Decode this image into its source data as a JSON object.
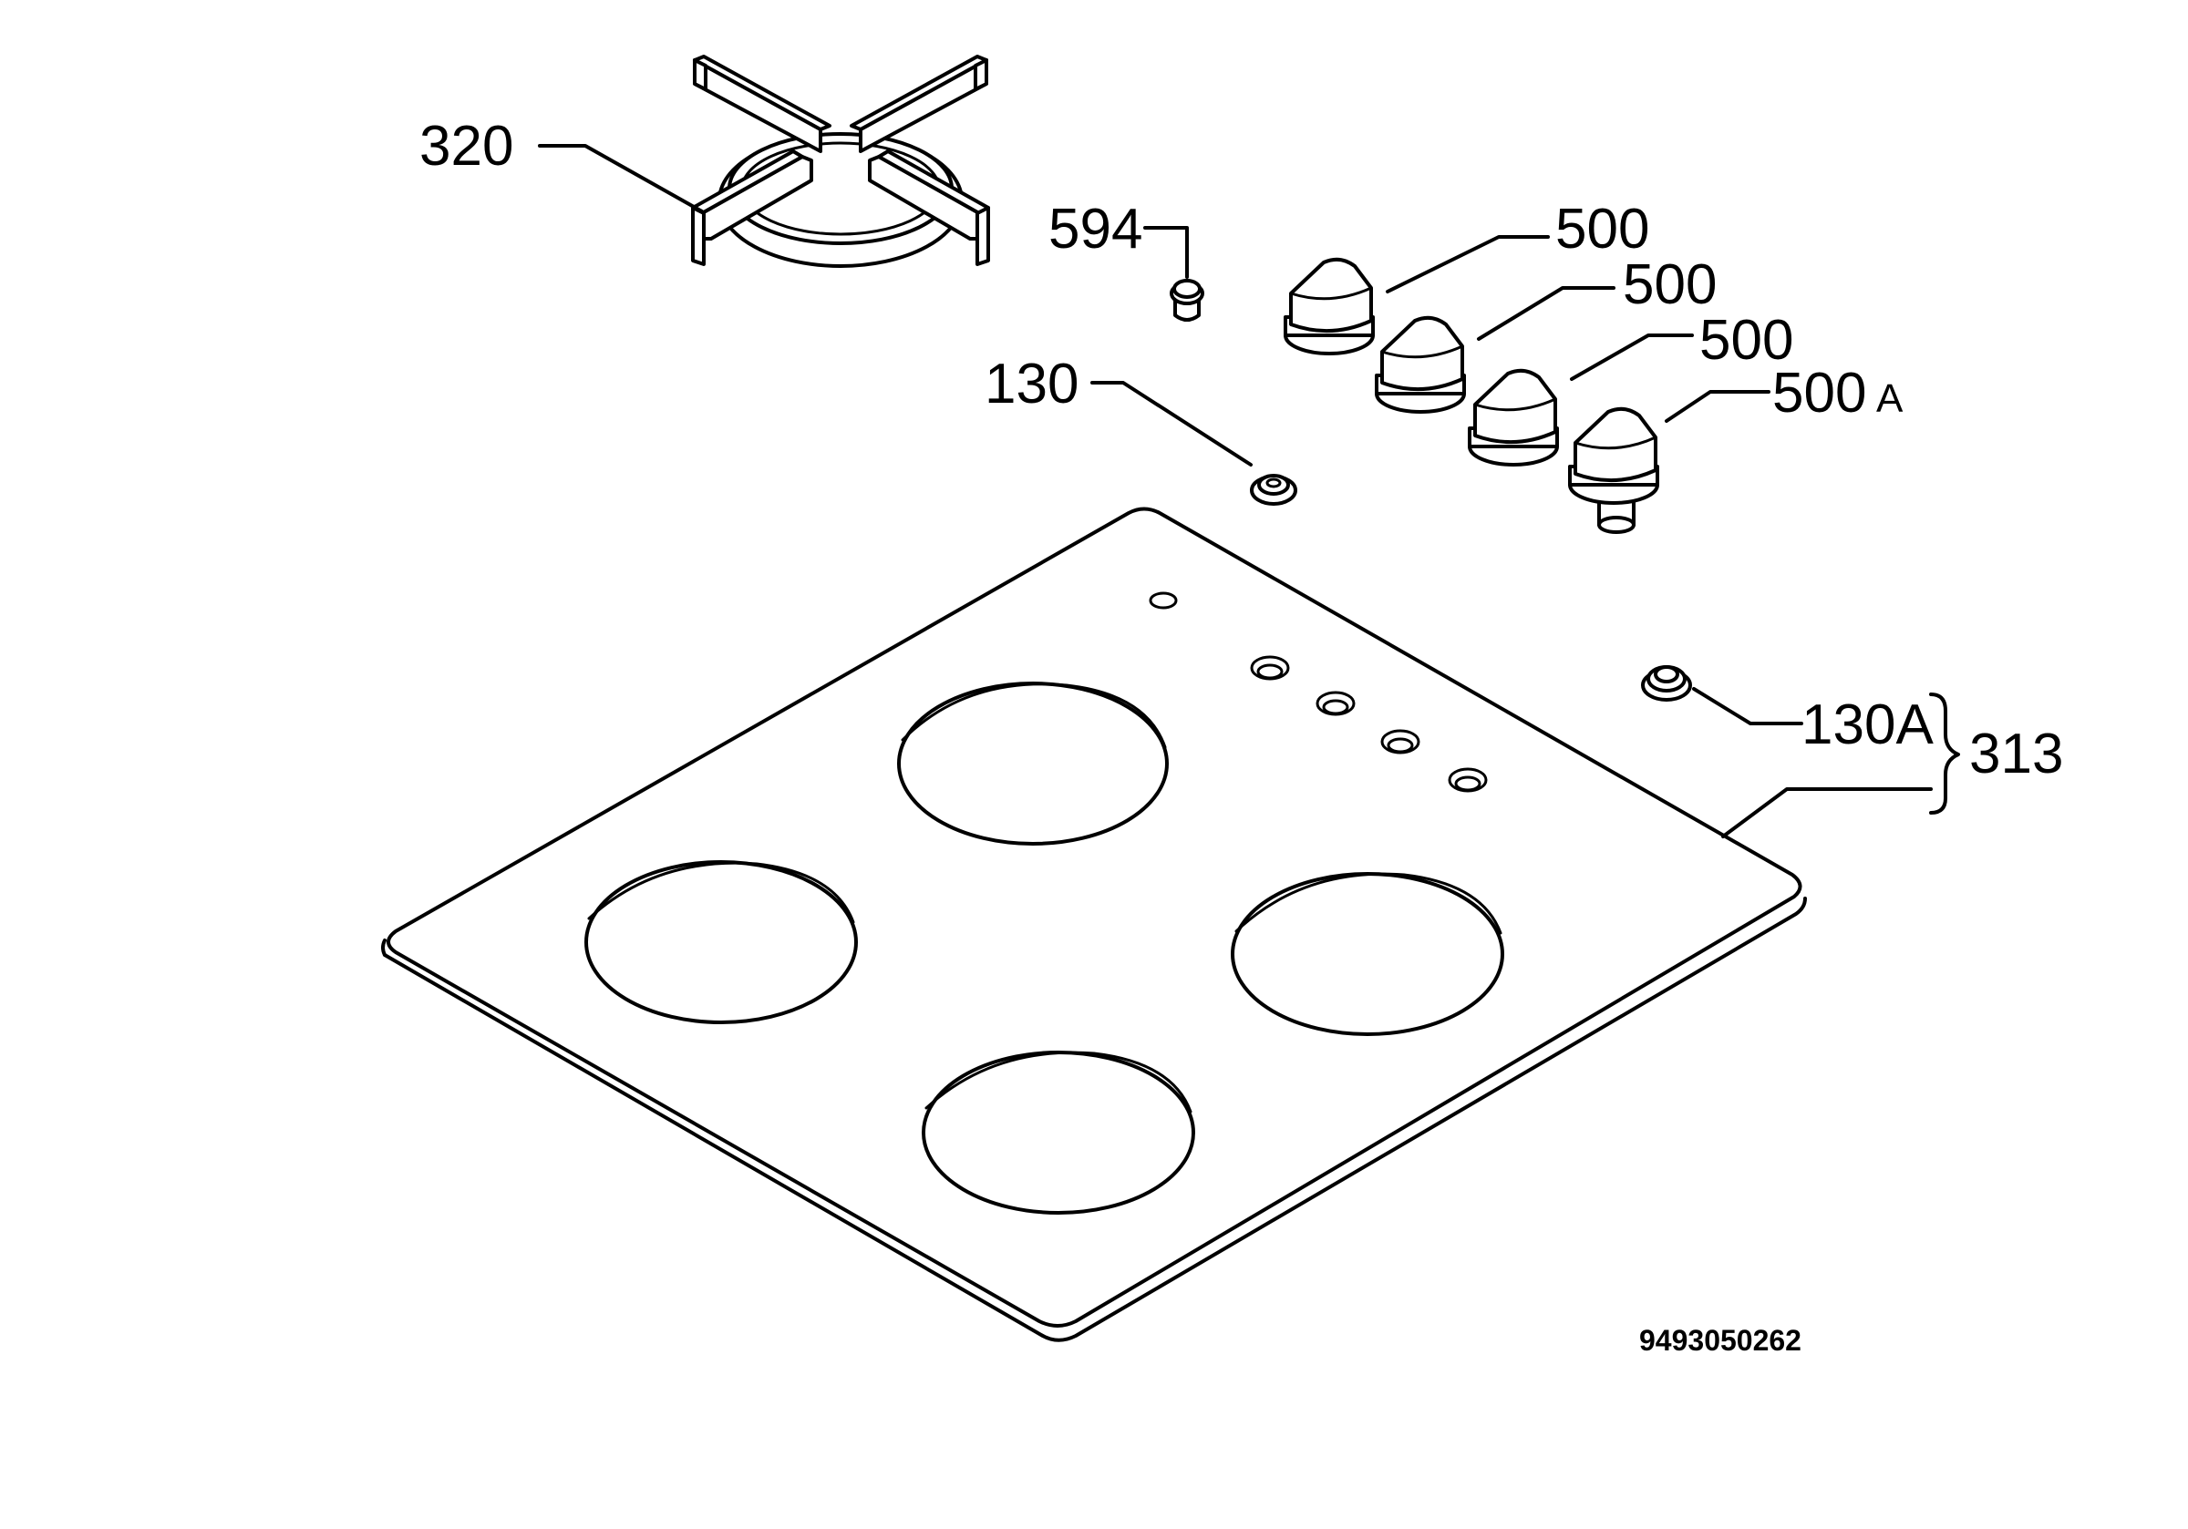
{
  "labels": {
    "grate": "320",
    "plug": "594",
    "cap": "130",
    "knob_1": "500",
    "knob_2": "500",
    "knob_3": "500",
    "knob_4": "500",
    "knob_4_suffix": "A",
    "seal": "130A",
    "hob": "313"
  },
  "drawing_code": "9493050262"
}
